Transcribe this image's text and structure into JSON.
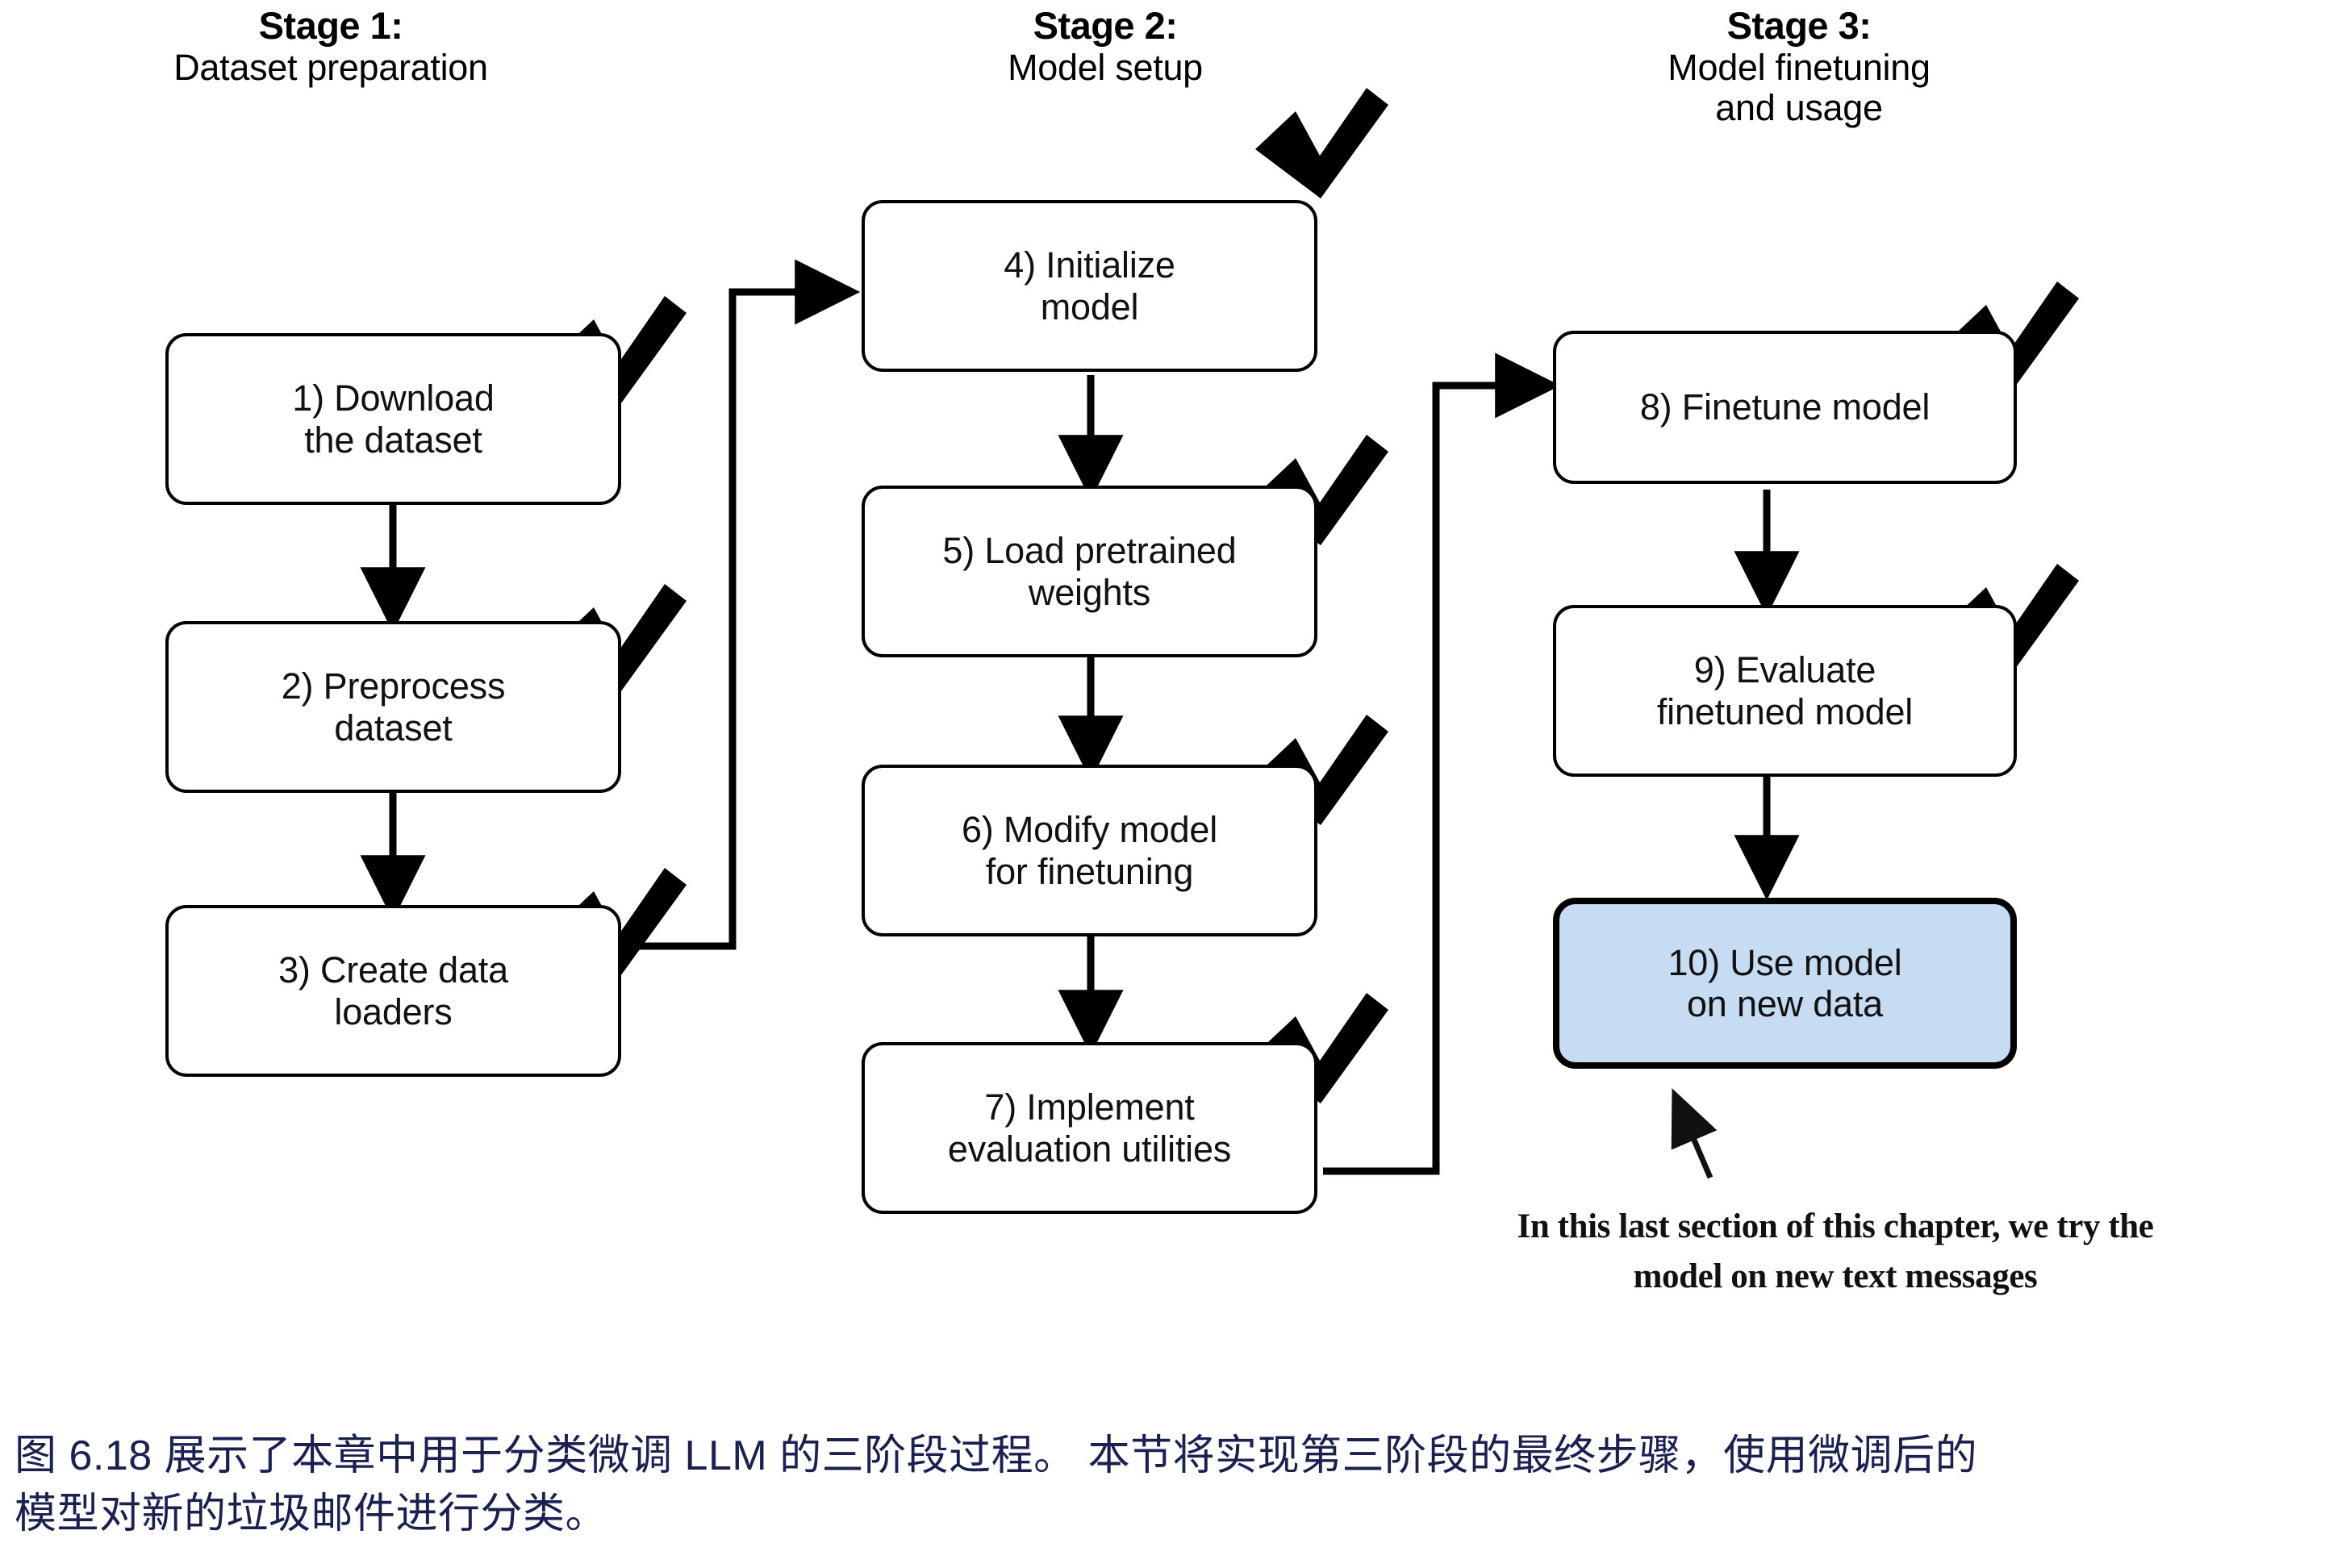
{
  "figure": {
    "stages": [
      {
        "title": "Stage 1:",
        "subtitle": "Dataset preparation"
      },
      {
        "title": "Stage 2:",
        "subtitle": "Model setup"
      },
      {
        "title": "Stage 3:",
        "subtitle": "Model finetuning\nand usage"
      }
    ],
    "stage3_subtitle_line1": "Model finetuning",
    "stage3_subtitle_line2": "and usage",
    "steps": [
      {
        "id": "step-1",
        "line1": "1) Download",
        "line2": "the dataset",
        "checked": true,
        "highlight": false
      },
      {
        "id": "step-2",
        "line1": "2) Preprocess",
        "line2": "dataset",
        "checked": true,
        "highlight": false
      },
      {
        "id": "step-3",
        "line1": "3) Create data",
        "line2": "loaders",
        "checked": true,
        "highlight": false
      },
      {
        "id": "step-4",
        "line1": "4) Initialize",
        "line2": "model",
        "checked": true,
        "highlight": false
      },
      {
        "id": "step-5",
        "line1": "5) Load pretrained",
        "line2": "weights",
        "checked": true,
        "highlight": false
      },
      {
        "id": "step-6",
        "line1": "6) Modify model",
        "line2": "for finetuning",
        "checked": true,
        "highlight": false
      },
      {
        "id": "step-7",
        "line1": "7) Implement",
        "line2": "evaluation utilities",
        "checked": true,
        "highlight": false
      },
      {
        "id": "step-8",
        "line1": "8) Finetune model",
        "line2": "",
        "checked": true,
        "highlight": false
      },
      {
        "id": "step-9",
        "line1": "9) Evaluate",
        "line2": "finetuned model",
        "checked": true,
        "highlight": false
      },
      {
        "id": "step-10",
        "line1": "10) Use model",
        "line2": "on new data",
        "checked": false,
        "highlight": true
      }
    ],
    "annotation": {
      "line1": "In this last section of this chapter, we try the",
      "line2": "model on new text messages"
    },
    "colors": {
      "highlight_fill": "#c6dcf2",
      "stroke": "#000000",
      "caption_text": "#1a2050"
    }
  },
  "caption": {
    "line1": "图 6.18 展示了本章中用于分类微调 LLM 的三阶段过程。 本节将实现第三阶段的最终步骤，使用微调后的",
    "line2": "模型对新的垃圾邮件进行分类。"
  }
}
